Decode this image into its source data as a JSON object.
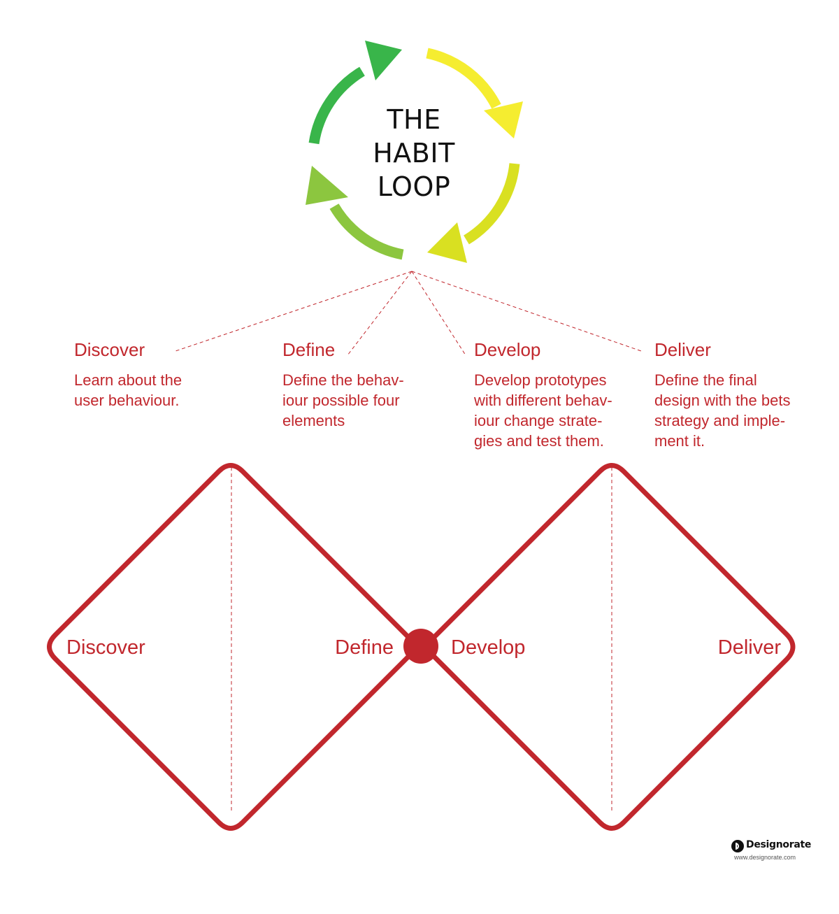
{
  "habit_loop": {
    "title_lines": [
      "THE",
      "HABIT",
      "LOOP"
    ],
    "arrow_colors": {
      "top_left": "#39b54a",
      "top_right": "#f5ed30",
      "bottom_right": "#d9e021",
      "bottom_left": "#8cc63f"
    }
  },
  "stages": [
    {
      "heading": "Discover",
      "description_lines": [
        "Learn about the",
        "user behaviour."
      ]
    },
    {
      "heading": "Define",
      "description_lines": [
        "Define the behav-",
        "iour possible four",
        "elements"
      ]
    },
    {
      "heading": "Develop",
      "description_lines": [
        "Develop prototypes",
        "with different behav-",
        "iour change strate-",
        "gies and test them."
      ]
    },
    {
      "heading": "Deliver",
      "description_lines": [
        "Define the final",
        "design with the bets",
        "strategy and imple-",
        "ment it."
      ]
    }
  ],
  "double_diamond": {
    "labels": [
      "Discover",
      "Define",
      "Develop",
      "Deliver"
    ],
    "color": "#c1272d"
  },
  "brand": {
    "name": "Designorate",
    "url": "www.designorate.com"
  }
}
